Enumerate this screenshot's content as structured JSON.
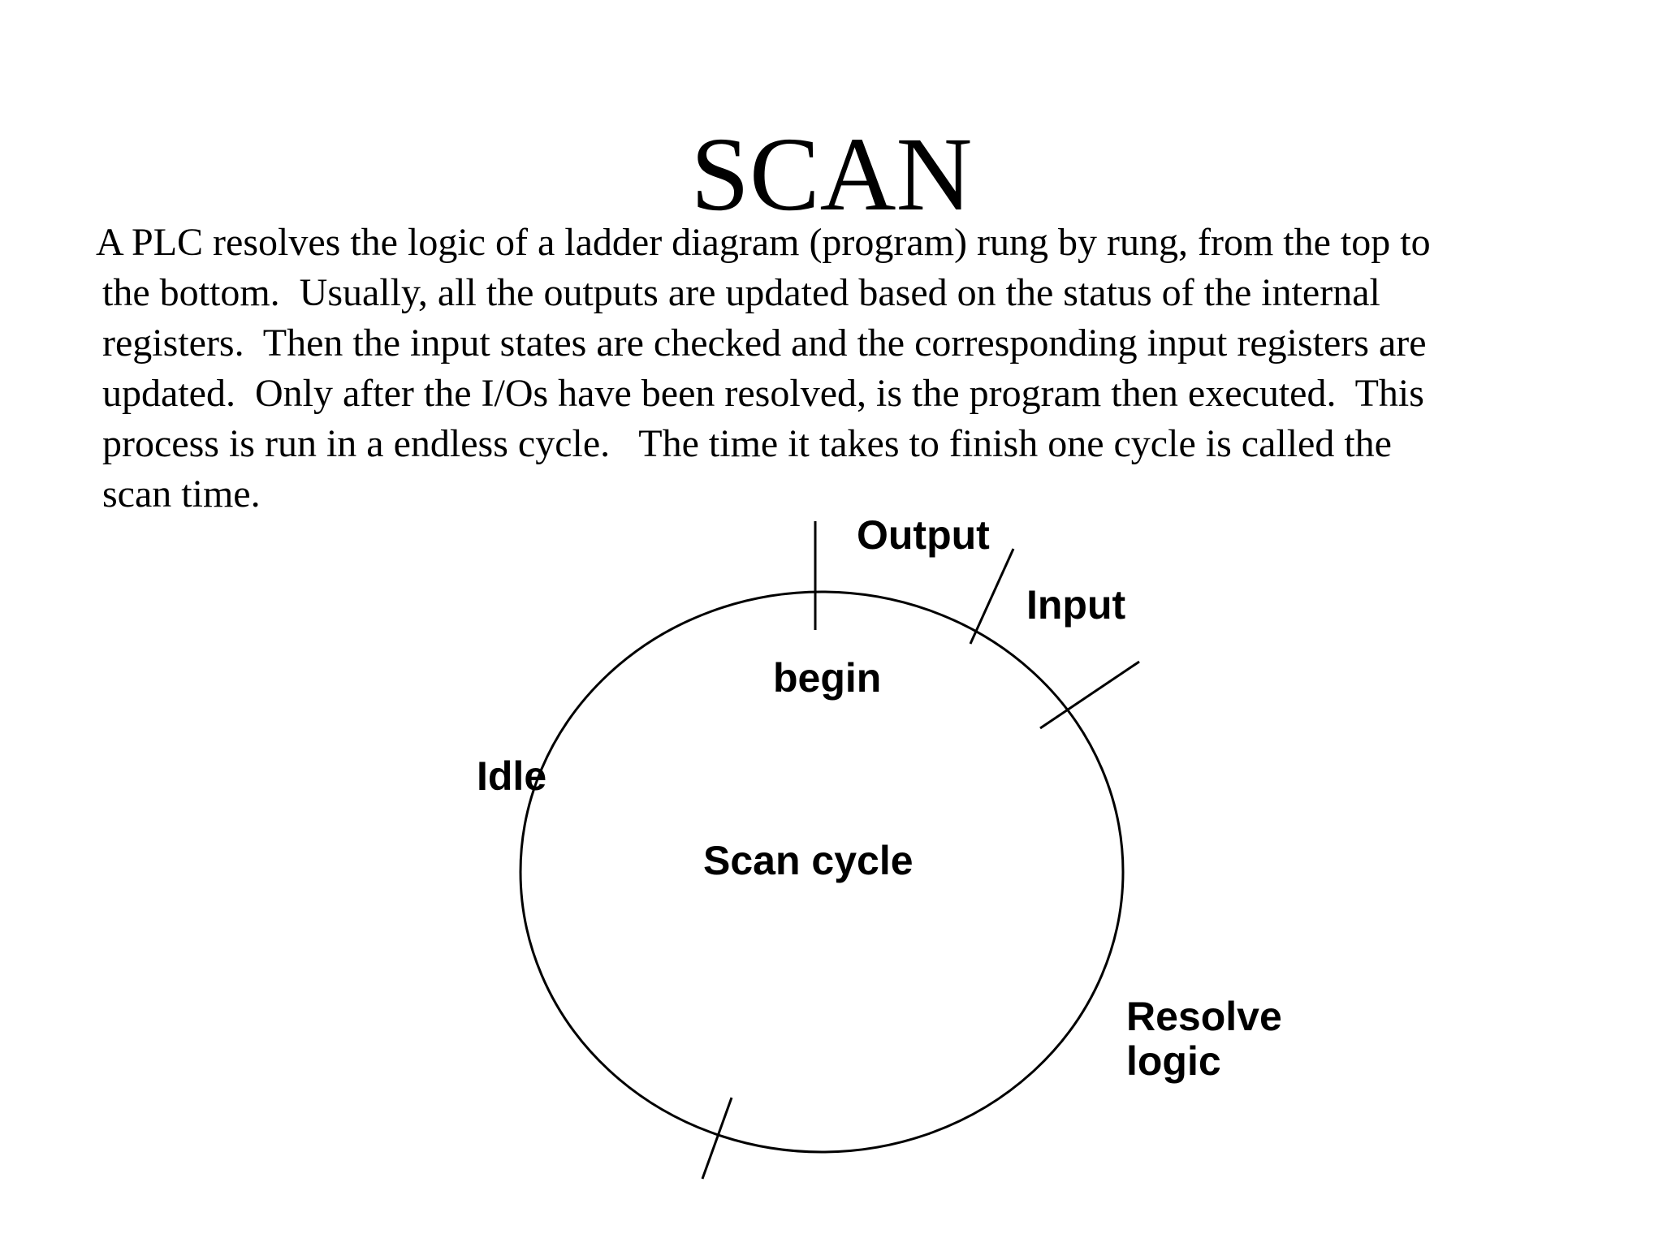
{
  "title": "SCAN",
  "paragraph_lines": [
    "A PLC resolves the logic of a ladder diagram (program) rung by rung, from the top to",
    "the bottom.  Usually, all the outputs are updated based on the status of the internal",
    "registers.  Then the input states are checked and the corresponding input registers are",
    "updated.  Only after the I/Os have been resolved, is the program then executed.  This",
    "process is run in a endless cycle.   The time it takes to finish one cycle is called the",
    "scan time."
  ],
  "diagram": {
    "center_label": "Scan cycle",
    "begin_label": "begin",
    "output_label": "Output",
    "input_label": "Input",
    "resolve_label_line1": "Resolve",
    "resolve_label_line2": "logic",
    "idle_label": "Idle"
  }
}
